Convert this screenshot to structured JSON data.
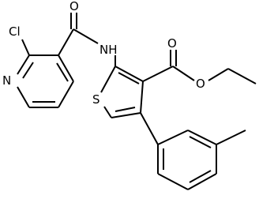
{
  "structure": {
    "atoms": {
      "cl": "Cl",
      "n_pyridine": "N",
      "o_amide": "O",
      "nh": "NH",
      "s": "S",
      "o_carbonyl": "O",
      "o_ester": "O"
    }
  },
  "colors": {
    "bond": "#000000",
    "label": "#000000",
    "background": "#ffffff"
  }
}
